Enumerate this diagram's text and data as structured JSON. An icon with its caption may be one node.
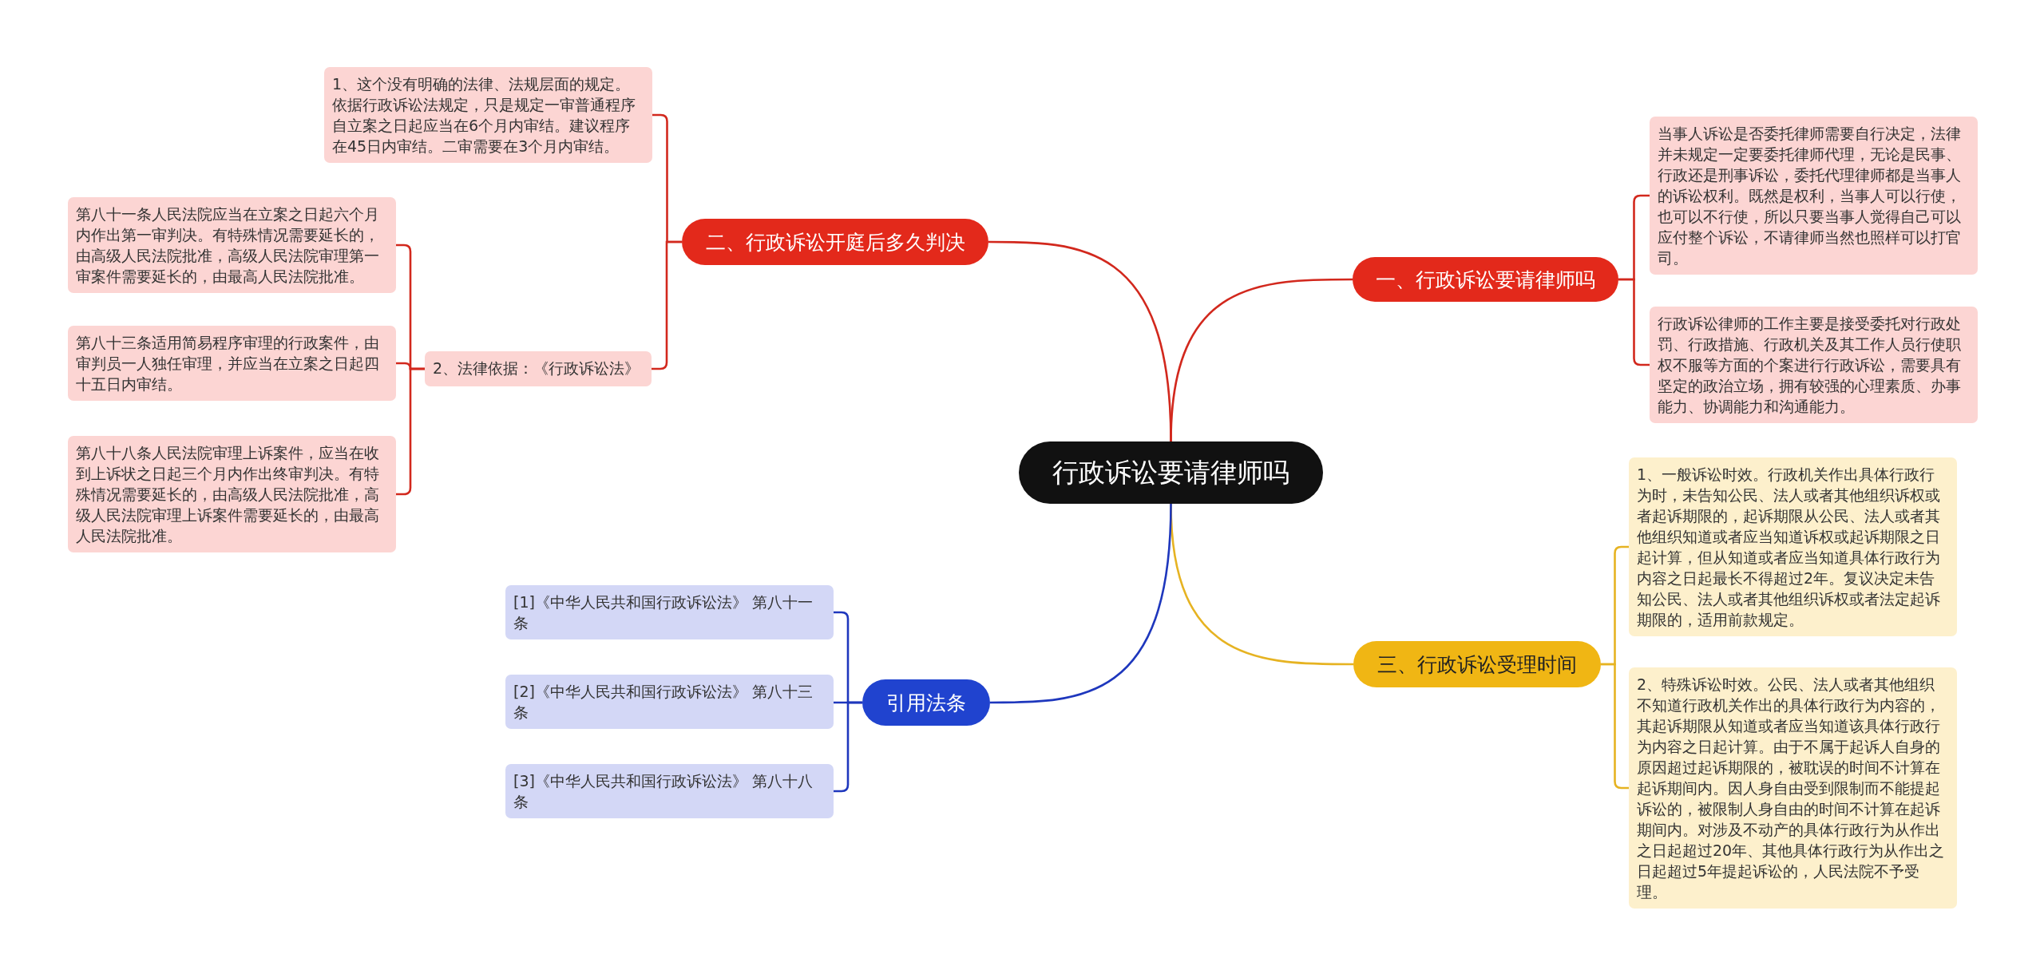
{
  "diagram": {
    "nodes": [
      {
        "text": [
          "行政诉讼要请律师吗"
        ]
      },
      {
        "text": [
          "一、行政诉讼要请律师吗"
        ]
      },
      {
        "text": [
          "当事人诉讼是否委托律师需要自行决定，法律并未规定一定要委托律师代理，无论是民事、行政还是刑事诉讼，委托代理律师都是当事人的诉讼权利。既然是权利，当事人可以行使，也可以不行使，所以只要当事人觉得自己可以应付整个诉讼，不请律师当然也照样可以打官司。"
        ]
      },
      {
        "text": [
          "行政诉讼律师的工作主要是接受委托对行政处罚、行政措施、行政机关及其工作人员行使职权不服等方面的个案进行行政诉讼，需要具有坚定的政治立场，拥有较强的心理素质、办事能力、协调能力和沟通能力。"
        ]
      },
      {
        "text": [
          "二、行政诉讼开庭后多久判决"
        ]
      },
      {
        "text": [
          "1、这个没有明确的法律、法规层面的规定。依据行政诉讼法规定，只是规定一审普通程序自立案之日起应当在6个月内审结。建议程序在45日内审结。二审需要在3个月内审结。"
        ]
      },
      {
        "text": [
          "2、法律依据：《行政诉讼法》"
        ]
      },
      {
        "text": [
          "第八十一条人民法院应当在立案之日起六个月内作出第一审判决。有特殊情况需要延长的，由高级人民法院批准，高级人民法院审理第一审案件需要延长的，由最高人民法院批准。"
        ]
      },
      {
        "text": [
          "第八十三条适用简易程序审理的行政案件，由审判员一人独任审理，并应当在立案之日起四十五日内审结。"
        ]
      },
      {
        "text": [
          "第八十八条人民法院审理上诉案件，应当在收到上诉状之日起三个月内作出终审判决。有特殊情况需要延长的，由高级人民法院批准，高级人民法院审理上诉案件需要延长的，由最高人民法院批准。"
        ]
      },
      {
        "text": [
          "三、行政诉讼受理时间"
        ]
      },
      {
        "text": [
          "1、一般诉讼时效。行政机关作出具体行政行为时，未告知公民、法人或者其他组织诉权或者起诉期限的，起诉期限从公民、法人或者其他组织知道或者应当知道诉权或起诉期限之日起计算，但从知道或者应当知道具体行政行为内容之日起最长不得超过2年。复议决定未告知公民、法人或者其他组织诉权或者法定起诉期限的，适用前款规定。"
        ]
      },
      {
        "text": [
          "2、特殊诉讼时效。公民、法人或者其他组织不知道行政机关作出的具体行政行为内容的，其起诉期限从知道或者应当知道该具体行政行为内容之日起计算。由于不属于起诉人自身的原因超过起诉期限的，被耽误的时间不计算在起诉期间内。因人身自由受到限制而不能提起诉讼的，被限制人身自由的时间不计算在起诉期间内。对涉及不动产的具体行政行为从作出之日起超过20年、其他具体行政行为从作出之日起超过5年提起诉讼的，人民法院不予受理。"
        ]
      },
      {
        "text": [
          "引用法条"
        ]
      },
      {
        "text": [
          "[1]《中华人民共和国行政诉讼法》 第八十一条"
        ]
      },
      {
        "text": [
          "[2]《中华人民共和国行政诉讼法》 第八十三条"
        ]
      },
      {
        "text": [
          "[3]《中华人民共和国行政诉讼法》 第八十八条"
        ]
      }
    ],
    "edges": [
      {
        "from": 0,
        "to": 1,
        "arrow": "none"
      },
      {
        "from": 1,
        "to": 2,
        "arrow": "none"
      },
      {
        "from": 1,
        "to": 3,
        "arrow": "none"
      },
      {
        "from": 0,
        "to": 4,
        "arrow": "none"
      },
      {
        "from": 4,
        "to": 5,
        "arrow": "none"
      },
      {
        "from": 4,
        "to": 6,
        "arrow": "none"
      },
      {
        "from": 6,
        "to": 7,
        "arrow": "none"
      },
      {
        "from": 6,
        "to": 8,
        "arrow": "none"
      },
      {
        "from": 6,
        "to": 9,
        "arrow": "none"
      },
      {
        "from": 0,
        "to": 10,
        "arrow": "none",
        "color": "#e6b322"
      },
      {
        "from": 10,
        "to": 11,
        "arrow": "none",
        "color": "#e6b322"
      },
      {
        "from": 10,
        "to": 12,
        "arrow": "none",
        "color": "#e6b322"
      },
      {
        "from": 0,
        "to": 13,
        "arrow": "none",
        "color": "#1e37bd"
      },
      {
        "from": 13,
        "to": 14,
        "arrow": "none",
        "color": "#1e37bd"
      },
      {
        "from": 13,
        "to": 15,
        "arrow": "none",
        "color": "#1e37bd"
      },
      {
        "from": 13,
        "to": 16,
        "arrow": "none",
        "color": "#1e37bd"
      }
    ]
  }
}
